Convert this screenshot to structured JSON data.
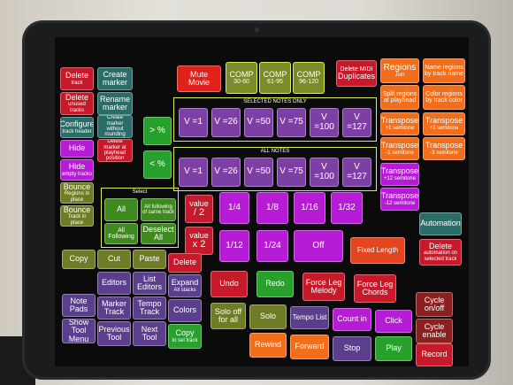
{
  "buttons": {
    "delete_track": {
      "label": "Delete",
      "sub": "track"
    },
    "create_marker": {
      "label": "Create marker"
    },
    "delete_unused": {
      "label": "Delete",
      "sub": "unused tracks"
    },
    "rename_marker": {
      "label": "Rename marker"
    },
    "configure_header": {
      "label": "Configure",
      "sub": "track header"
    },
    "create_marker_nr": {
      "label": "Create marker without rounding"
    },
    "hide": {
      "label": "Hide"
    },
    "delete_marker_ph": {
      "label": "Delete marker at playhead position"
    },
    "hide_empty": {
      "label": "Hide",
      "sub": "empty tracks"
    },
    "bounce": {
      "label": "Bounce",
      "sub": "Regions in place"
    },
    "bounce_track": {
      "label": "Bounce",
      "sub": "Track in place"
    },
    "pct_up": {
      "label": "> %"
    },
    "pct_down": {
      "label": "< %"
    },
    "mute_movie": {
      "label": "Mute Movie"
    },
    "comp1": {
      "label": "COMP",
      "sub": "30-60"
    },
    "comp2": {
      "label": "COMP",
      "sub": "61-95"
    },
    "comp3": {
      "label": "COMP",
      "sub": "96-120"
    },
    "delete_midi": {
      "label": "Delete MIDI",
      "label2": "Duplicates"
    },
    "regions_join": {
      "label": "Regions",
      "sub": "Join"
    },
    "name_regions": {
      "label": "Name regions by track name"
    },
    "split_regions": {
      "label": "Split regions at playhead"
    },
    "color_regions": {
      "label": "Color regions by track color"
    },
    "transpose_p1": {
      "label": "Transpose",
      "sub": "+1 semitone"
    },
    "transpose_p3": {
      "label": "Transpose",
      "sub": "+3 semitone"
    },
    "transpose_m1": {
      "label": "Transpose",
      "sub": "-1 semitone"
    },
    "transpose_m3": {
      "label": "Transpose",
      "sub": "-3 semitone"
    },
    "transpose_p12": {
      "label": "Transpose",
      "sub": "+12 semitone"
    },
    "transpose_m12": {
      "label": "Transpose",
      "sub": "-12 semitone"
    },
    "automation": {
      "label": "Automation"
    },
    "delete_automation": {
      "label": "Delete",
      "sub": "automation on selected track"
    },
    "all": {
      "label": "All"
    },
    "all_following_same": {
      "label": "All following of same track"
    },
    "all_following": {
      "label": "All Following"
    },
    "deselect_all": {
      "label": "Deselect All"
    },
    "value_div2": {
      "label": "value",
      "sub2": "/ 2"
    },
    "value_x2": {
      "label": "value",
      "sub2": "x 2"
    },
    "q_1_4": {
      "label": "1/4"
    },
    "q_1_8": {
      "label": "1/8"
    },
    "q_1_16": {
      "label": "1/16"
    },
    "q_1_32": {
      "label": "1/32"
    },
    "q_1_12": {
      "label": "1/12"
    },
    "q_1_24": {
      "label": "1/24"
    },
    "q_off": {
      "label": "Off"
    },
    "fixed_length": {
      "label": "Fixed Length"
    },
    "copy": {
      "label": "Copy"
    },
    "cut": {
      "label": "Cut"
    },
    "paste": {
      "label": "Paste"
    },
    "delete": {
      "label": "Delete"
    },
    "editors": {
      "label": "Editors"
    },
    "list_editors": {
      "label": "List Editors"
    },
    "expand_stacks": {
      "label": "Expand",
      "sub": "All stacks"
    },
    "note_pads": {
      "label": "Note Pads"
    },
    "marker_track": {
      "label": "Marker Track"
    },
    "tempo_track": {
      "label": "Tempo Track"
    },
    "colors": {
      "label": "Colors"
    },
    "show_tool_menu": {
      "label": "Show Tool Menu"
    },
    "previous_tool": {
      "label": "Previous Tool"
    },
    "next_tool": {
      "label": "Next Tool"
    },
    "copy_to_sel": {
      "label": "Copy",
      "sub": "to sel track"
    },
    "undo": {
      "label": "Undo"
    },
    "redo": {
      "label": "Redo"
    },
    "force_leg_melody": {
      "label": "Force Leg Melody"
    },
    "force_leg_chords": {
      "label": "Force Leg Chords"
    },
    "cycle_onoff": {
      "label": "Cycle on/off"
    },
    "cycle_enable": {
      "label": "Cycle enable"
    },
    "solo_off": {
      "label": "Solo off for all"
    },
    "solo": {
      "label": "Solo"
    },
    "tempo_list": {
      "label": "Tempo List"
    },
    "count_in": {
      "label": "Count in"
    },
    "click": {
      "label": "Click"
    },
    "rewind": {
      "label": "Rewind"
    },
    "forward": {
      "label": "Forward"
    },
    "stop": {
      "label": "Stop"
    },
    "play": {
      "label": "Play"
    },
    "record": {
      "label": "Record"
    }
  },
  "selected_notes": {
    "title": "SELECTED NOTES ONLY",
    "values": [
      "V =1",
      "V =26",
      "V =50",
      "V =75",
      "V =100",
      "V =127"
    ]
  },
  "all_notes": {
    "title": "ALL NOTES",
    "values": [
      "V =1",
      "V =26",
      "V =50",
      "V =75",
      "V =100",
      "V =127"
    ]
  },
  "select_panel": {
    "title": "Select"
  },
  "colors": {
    "panel_border": "#d8f050",
    "background": "#0b0b0c"
  }
}
